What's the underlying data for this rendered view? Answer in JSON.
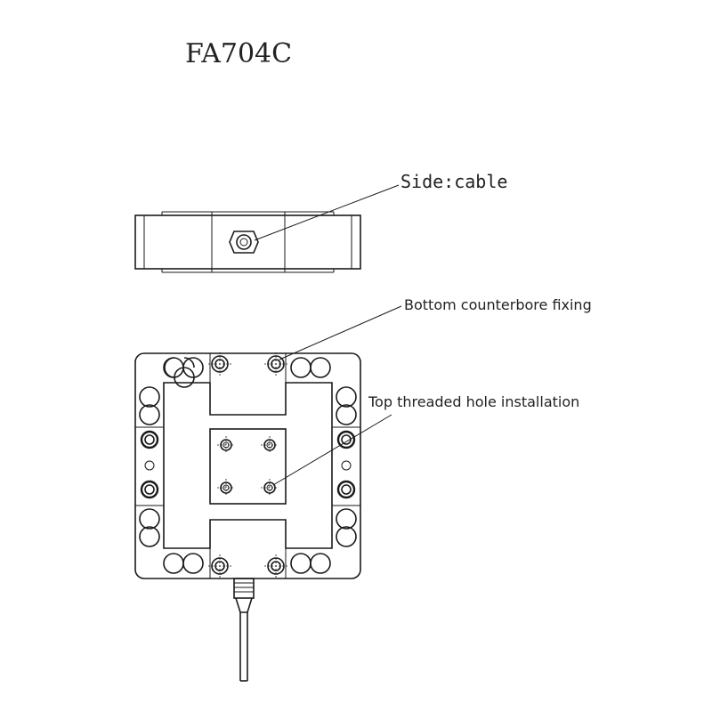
{
  "diagram": {
    "title": "FA704C",
    "labels": {
      "side_cable": "Side:cable",
      "bottom_counterbore": "Bottom counterbore fixing",
      "top_threaded": "Top threaded hole installation"
    }
  },
  "colors": {
    "line": "#1a1a1a",
    "background": "#ffffff"
  }
}
